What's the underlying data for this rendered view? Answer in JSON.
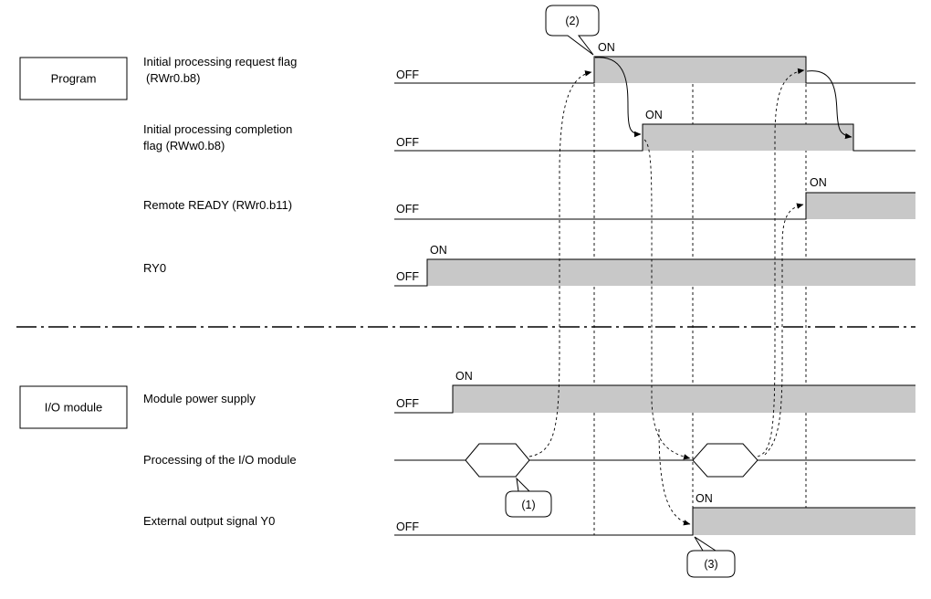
{
  "sections": {
    "program": "Program",
    "io_module": "I/O module"
  },
  "signals": {
    "init_request": {
      "line1": "Initial processing request flag",
      "line2": "(RWr0.b8)"
    },
    "init_complete": {
      "line1": "Initial processing completion",
      "line2": "flag (RWw0.b8)"
    },
    "remote_ready": "Remote READY (RWr0.b11)",
    "ry0": "RY0",
    "power": "Module power supply",
    "processing": "Processing of the I/O module",
    "y0": "External output signal Y0"
  },
  "states": {
    "on": "ON",
    "off": "OFF"
  },
  "callouts": {
    "c1": "(1)",
    "c2": "(2)",
    "c3": "(3)"
  },
  "colors": {
    "high_fill": "#c8c8c8",
    "line": "#000000"
  }
}
